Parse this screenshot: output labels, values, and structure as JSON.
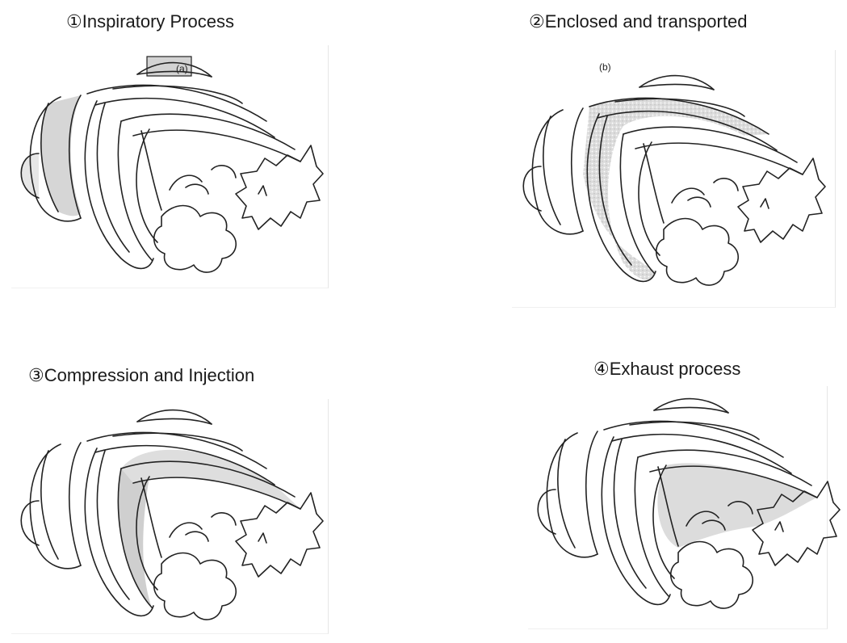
{
  "panels": [
    {
      "title": "①Inspiratory Process",
      "callout": "(a)",
      "highlight": "inlet"
    },
    {
      "title": "②Enclosed and transported",
      "callout": "(b)",
      "highlight": "enclosed"
    },
    {
      "title": "③Compression and Injection",
      "callout": "",
      "highlight": "compression"
    },
    {
      "title": "④Exhaust process",
      "callout": "",
      "highlight": "exhaust"
    }
  ],
  "colors": {
    "line": "#222222",
    "shade": "#d9d9d9",
    "dot": "#9a9a9a"
  }
}
